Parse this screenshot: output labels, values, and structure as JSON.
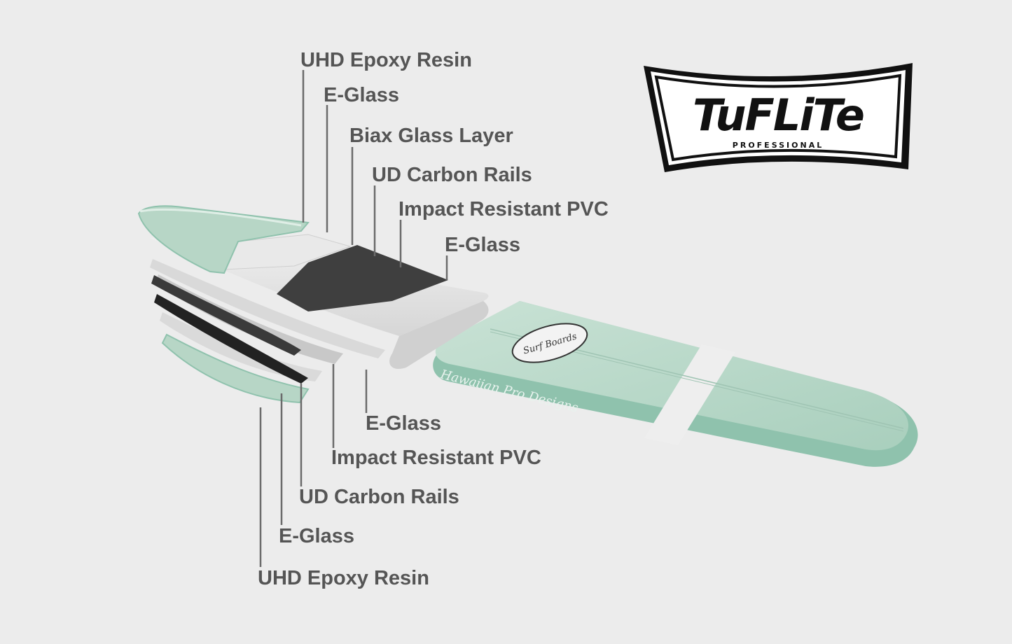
{
  "brand": {
    "name": "TuFLiTe",
    "subtitle": "PROFESSIONAL"
  },
  "board_text": {
    "logo_text": "Surf Boards",
    "script_text": "Hawaiian Pro Designs"
  },
  "top_labels": [
    "UHD Epoxy Resin",
    "E-Glass",
    "Biax Glass Layer",
    "UD Carbon Rails",
    "Impact Resistant PVC",
    "E-Glass"
  ],
  "bottom_labels": [
    "E-Glass",
    "Impact Resistant PVC",
    "UD Carbon Rails",
    "E-Glass",
    "UHD Epoxy Resin"
  ],
  "colors": {
    "background": "#ececec",
    "label_text": "#555555",
    "leader_line": "#6b6b6b",
    "board_green": "#b7d6c6",
    "board_rail": "#8fc2ad",
    "foam_white": "#e6e6e6",
    "carbon_dark": "#3a3a3a",
    "logo_black": "#111111"
  }
}
